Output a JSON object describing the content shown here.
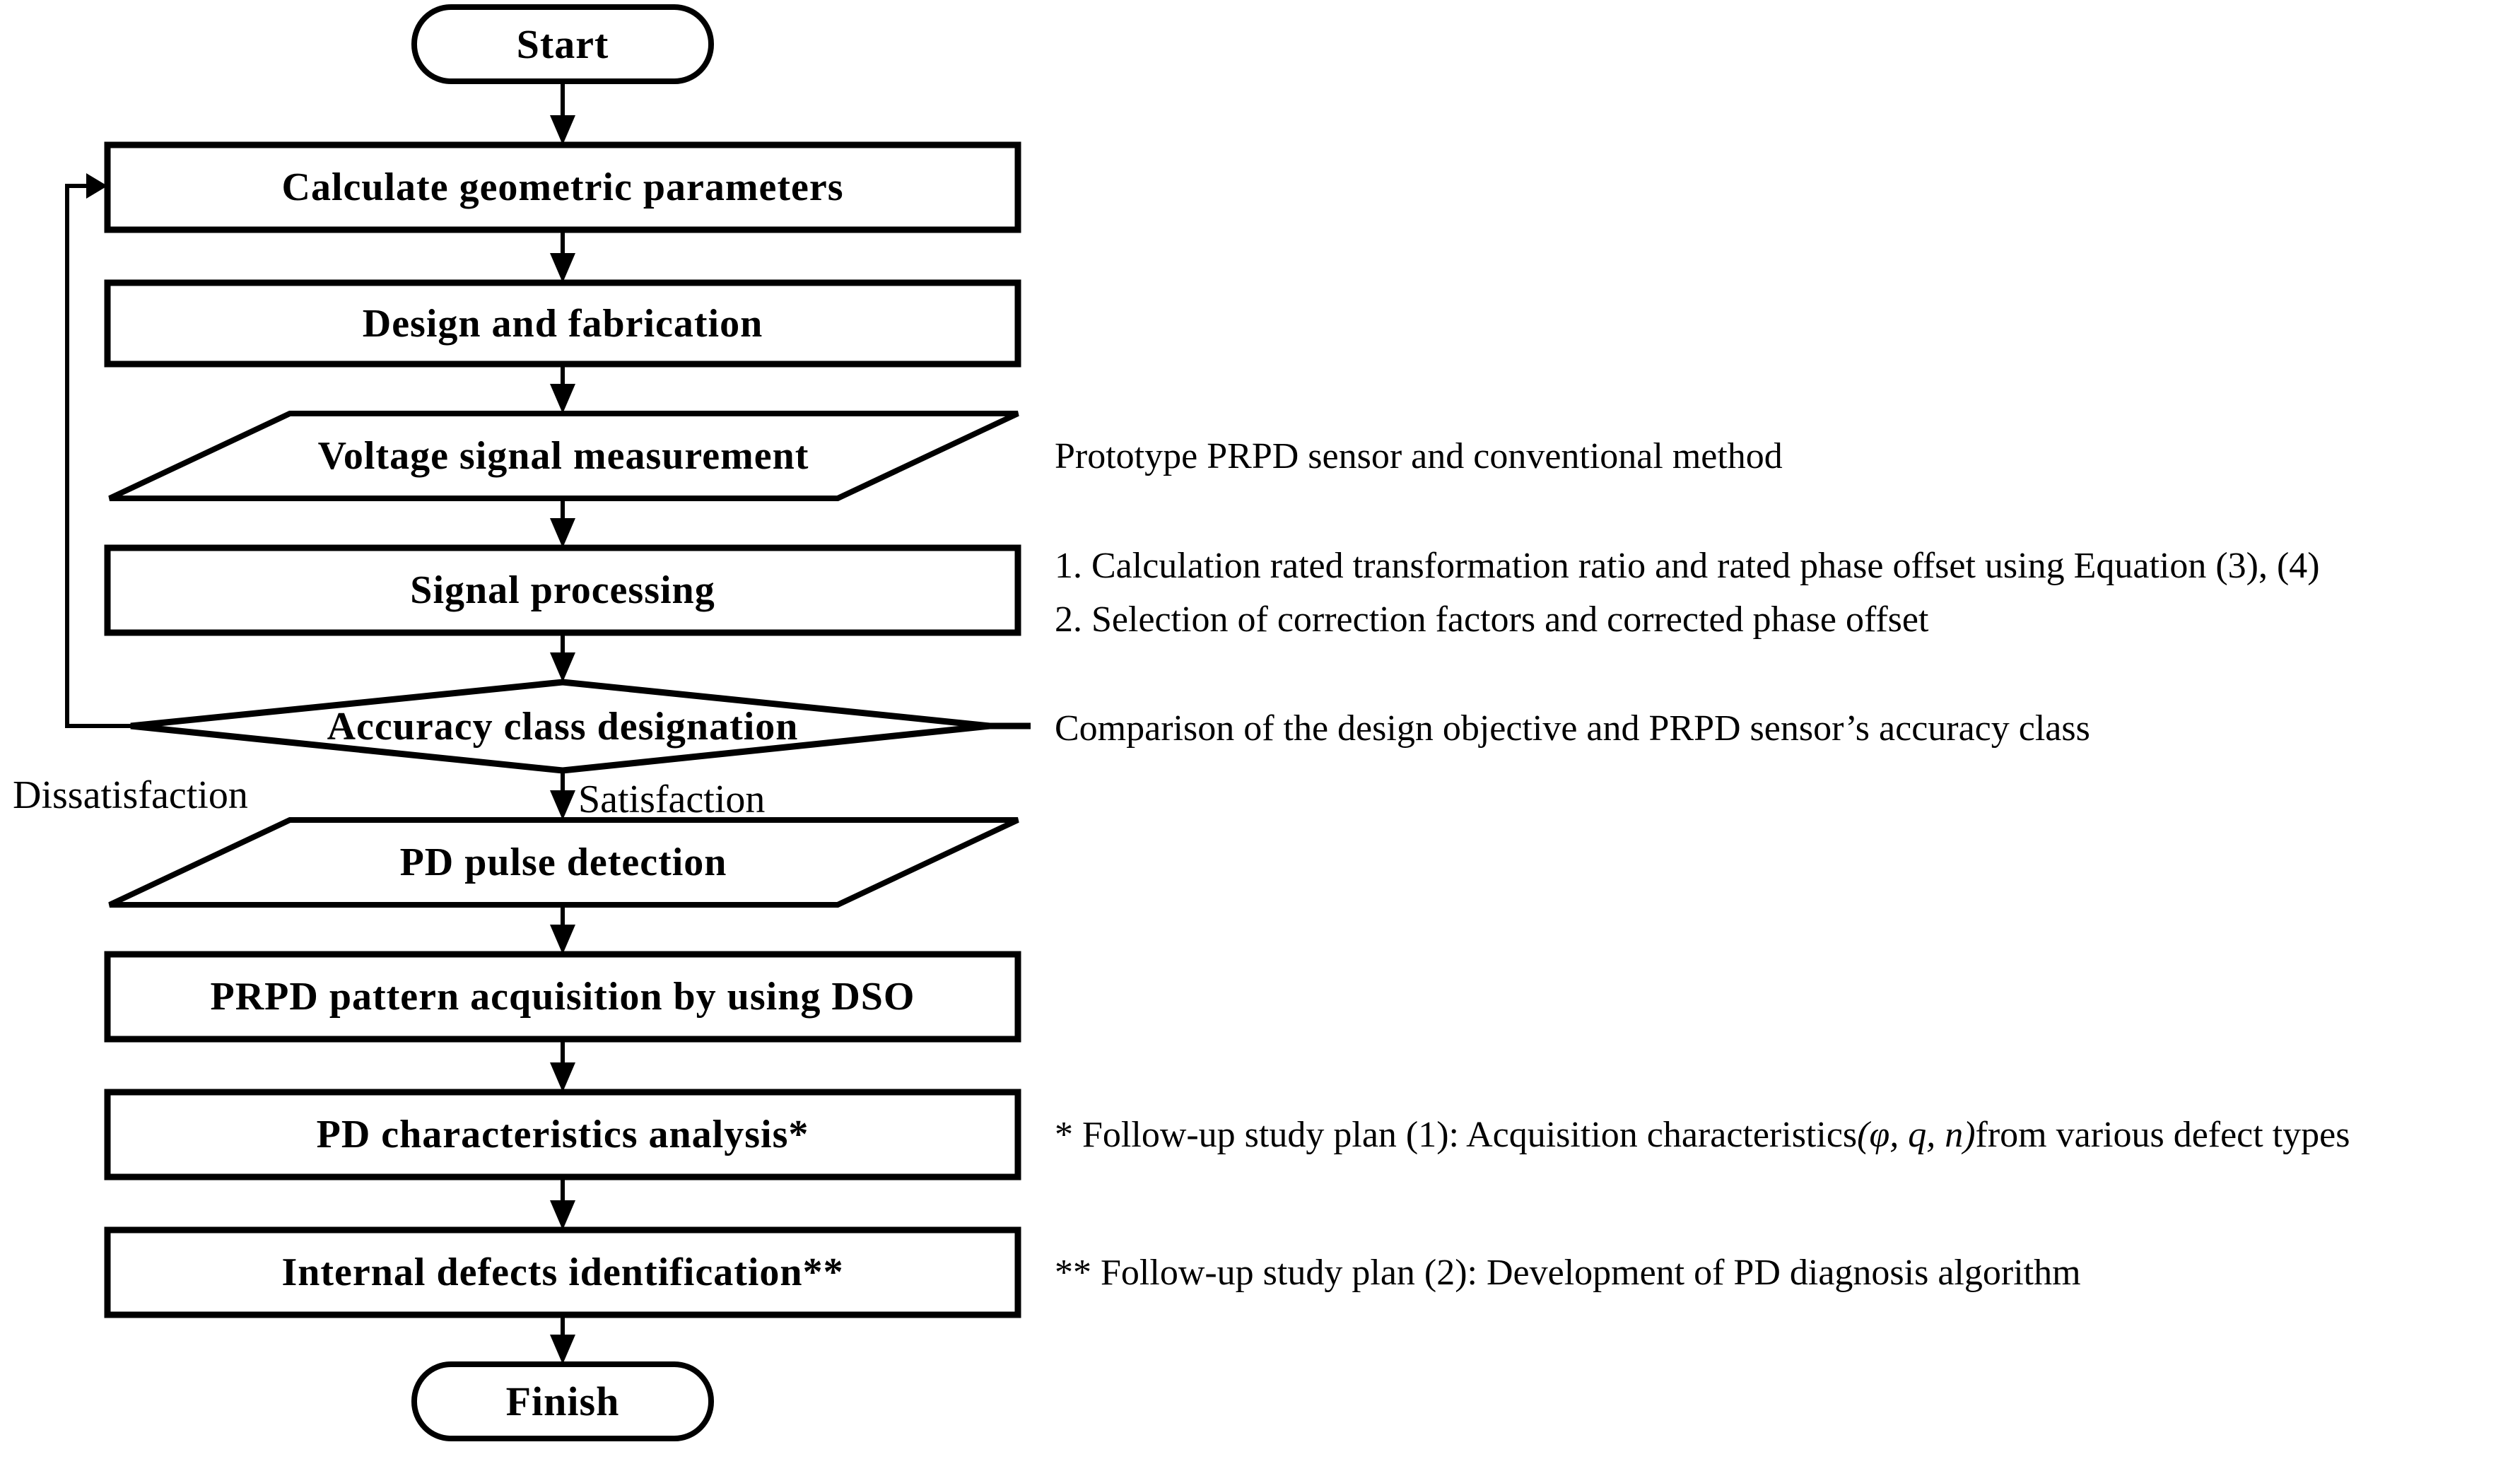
{
  "flowchart": {
    "nodes": [
      {
        "id": "start",
        "shape": "terminator",
        "label": "Start"
      },
      {
        "id": "calculate-geometric-parameters",
        "shape": "process",
        "label": "Calculate geometric parameters"
      },
      {
        "id": "design-and-fabrication",
        "shape": "process",
        "label": "Design and fabrication"
      },
      {
        "id": "voltage-signal-measurement",
        "shape": "input-output",
        "label": "Voltage signal measurement"
      },
      {
        "id": "signal-processing",
        "shape": "process",
        "label": "Signal processing"
      },
      {
        "id": "accuracy-class-designation",
        "shape": "decision",
        "label": "Accuracy class designation"
      },
      {
        "id": "pd-pulse-detection",
        "shape": "input-output",
        "label": "PD pulse detection"
      },
      {
        "id": "prpd-pattern-acquisition",
        "shape": "process",
        "label": "PRPD pattern acquisition by using DSO"
      },
      {
        "id": "pd-characteristics-analysis",
        "shape": "process",
        "label": "PD characteristics analysis*"
      },
      {
        "id": "internal-defects-identification",
        "shape": "process",
        "label": "Internal defects identification**"
      },
      {
        "id": "finish",
        "shape": "terminator",
        "label": "Finish"
      }
    ],
    "edge_labels": {
      "dissatisfaction": "Dissatisfaction",
      "satisfaction": "Satisfaction"
    },
    "annotations": {
      "voltage_measurement_note": "Prototype PRPD sensor and conventional method",
      "signal_processing_note_1": "1. Calculation rated transformation ratio and rated phase offset using Equation (3), (4)",
      "signal_processing_note_2": "2. Selection of correction factors and corrected phase offset",
      "accuracy_class_note": "Comparison of the design objective and PRPD sensor’s accuracy class",
      "footnote_1_prefix": "* Follow-up study plan (1): Acquisition characteristics ",
      "footnote_1_italic": "(φ, q, n)",
      "footnote_1_suffix": " from various defect types",
      "footnote_2": "** Follow-up study plan (2): Development of PD diagnosis algorithm"
    },
    "colors": {
      "stroke": "#000000",
      "background": "#ffffff",
      "text": "#000000"
    }
  }
}
